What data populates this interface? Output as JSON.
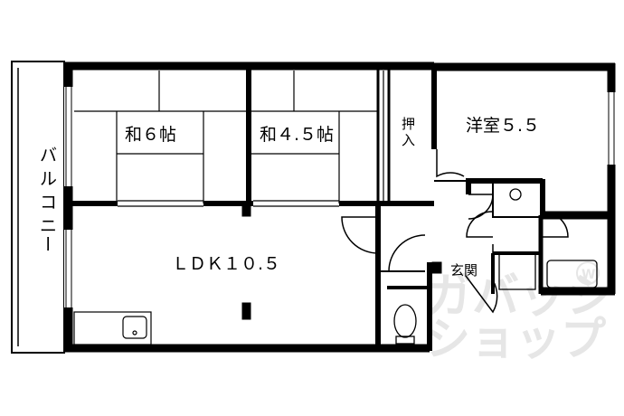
{
  "rooms": {
    "washitsu_6": "和６帖",
    "washitsu_45": "和４.５帖",
    "oshiire": "押入",
    "yoshitsu": "洋室５.５",
    "ldk": "ＬＤＫ１０.５",
    "genkan": "玄関",
    "balcony": "バルコニー"
  },
  "watermark": {
    "line1": "ガバッシ",
    "line2": "ショップ",
    "mark": "W"
  },
  "colors": {
    "wall": "#000000",
    "watermark": "#e6e6e6"
  }
}
